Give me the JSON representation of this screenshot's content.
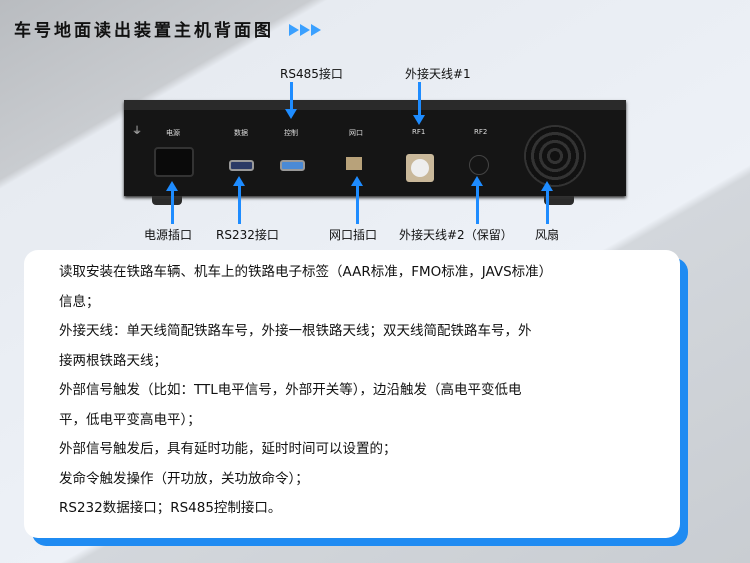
{
  "title": "车号地面读出装置主机背面图",
  "callouts": {
    "top": [
      "RS485接口",
      "外接天线#1"
    ],
    "bottom": [
      "电源插口",
      "RS232接口",
      "网口插口",
      "外接天线#2（保留）",
      "风扇"
    ]
  },
  "panel_labels": {
    "power": "电源",
    "data": "数据",
    "control": "控制",
    "network": "网口",
    "rf1": "RF1",
    "rf2": "RF2"
  },
  "description": [
    "读取安装在铁路车辆、机车上的铁路电子标签（AAR标准，FMO标准，JAVS标准）",
    "信息；",
    "外接天线：单天线简配铁路车号，外接一根铁路天线；双天线简配铁路车号，外",
    "接两根铁路天线；",
    "外部信号触发（比如：TTL电平信号，外部开关等），边沿触发（高电平变低电",
    "平，低电平变高电平）；",
    "外部信号触发后，具有延时功能，延时时间可以设置的；",
    "发命令触发操作（开功放，关功放命令）；",
    "RS232数据接口；RS485控制接口。"
  ],
  "colors": {
    "accent": "#1e8cff"
  }
}
